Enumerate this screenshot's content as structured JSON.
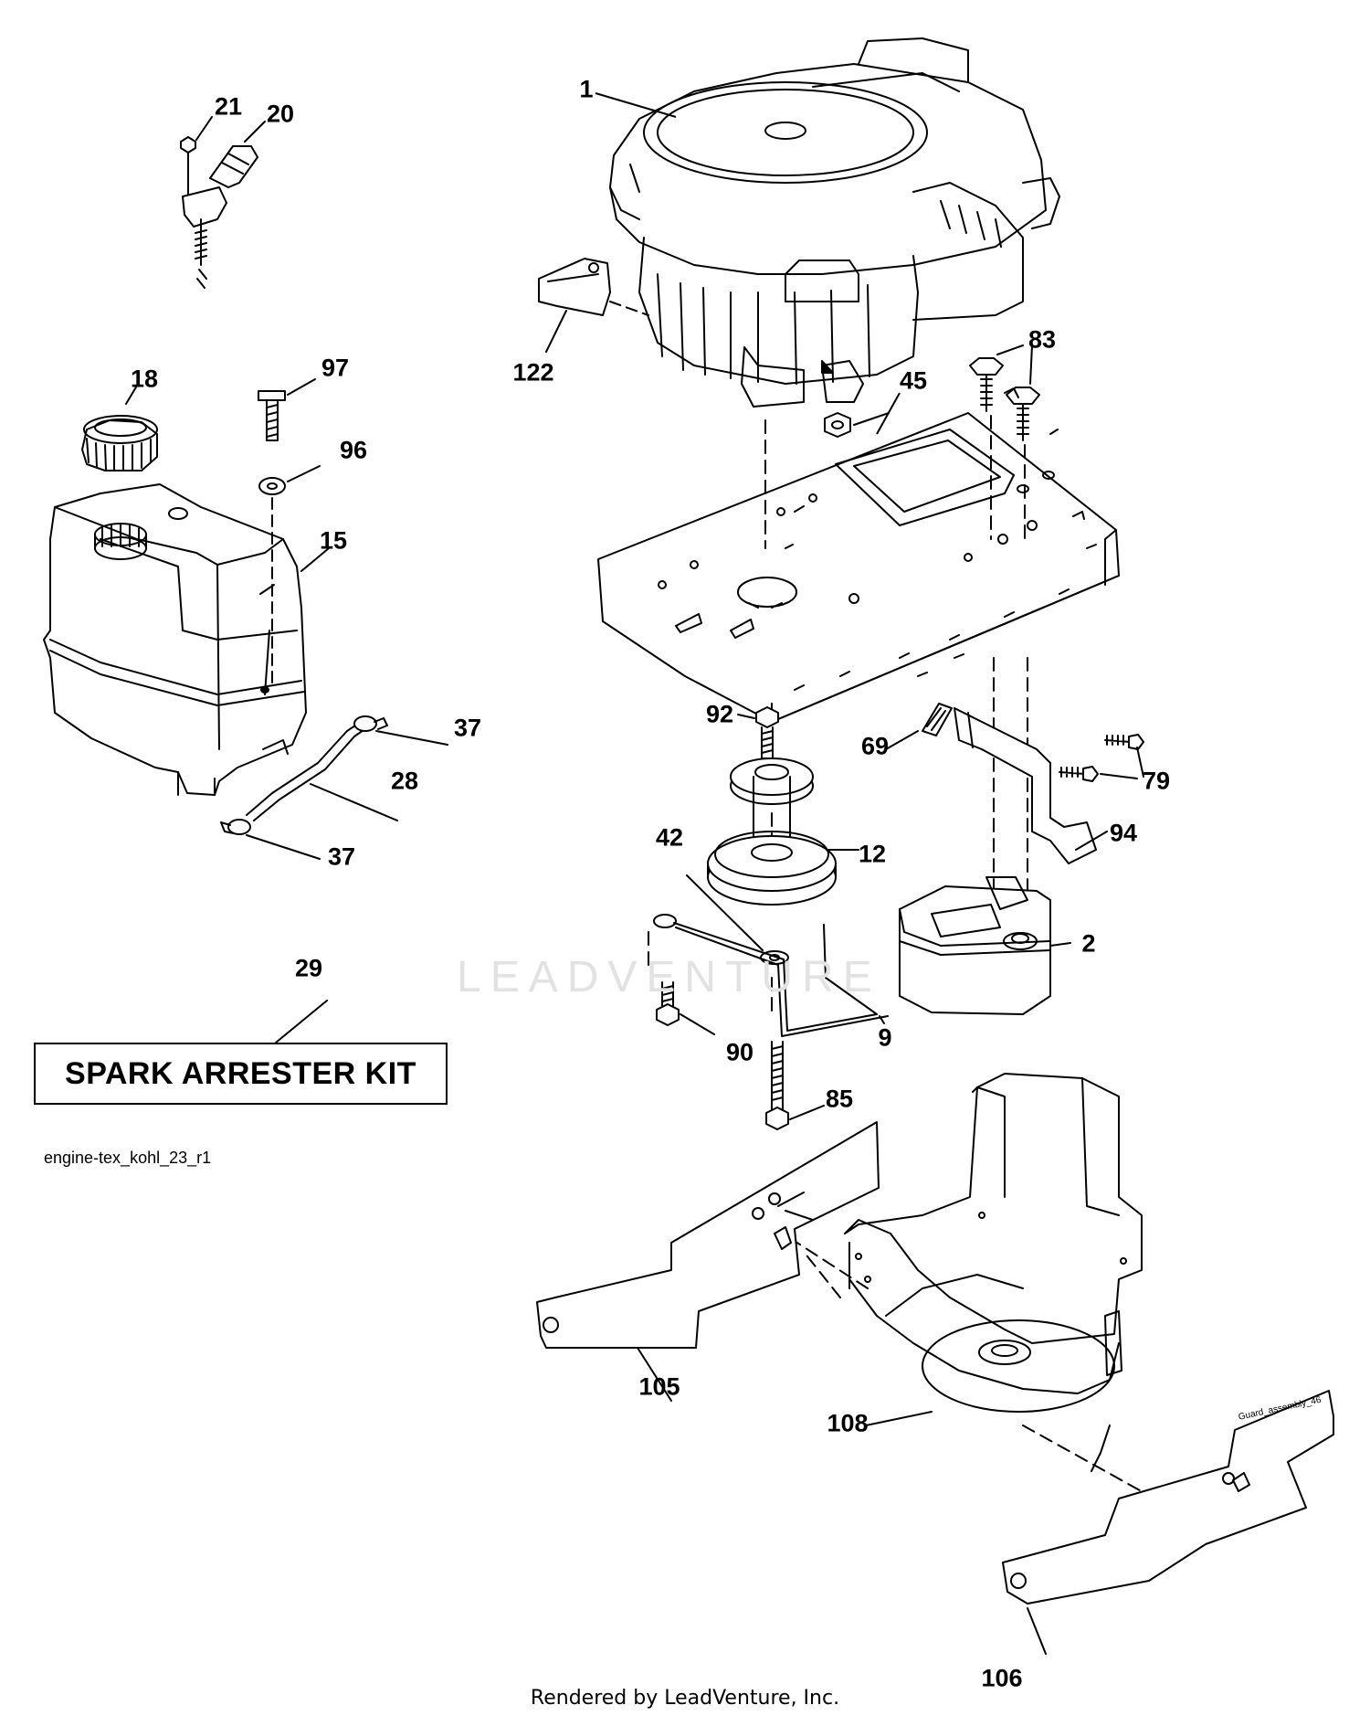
{
  "diagram_code": "engine-tex_kohl_23_r1",
  "kit_label": "SPARK ARRESTER KIT",
  "footer": "Rendered by LeadVenture, Inc.",
  "watermark": "LEADVENTURE",
  "guard_stamp": "Guard_assembly_46",
  "callouts": {
    "c1": "1",
    "c2": "2",
    "c9": "9",
    "c12": "12",
    "c15": "15",
    "c18": "18",
    "c20": "20",
    "c21": "21",
    "c28": "28",
    "c29": "29",
    "c37a": "37",
    "c37b": "37",
    "c42": "42",
    "c45": "45",
    "c69": "69",
    "c79": "79",
    "c83": "83",
    "c85": "85",
    "c90": "90",
    "c92": "92",
    "c94": "94",
    "c96": "96",
    "c97": "97",
    "c105": "105",
    "c106": "106",
    "c108": "108",
    "c122": "122"
  }
}
